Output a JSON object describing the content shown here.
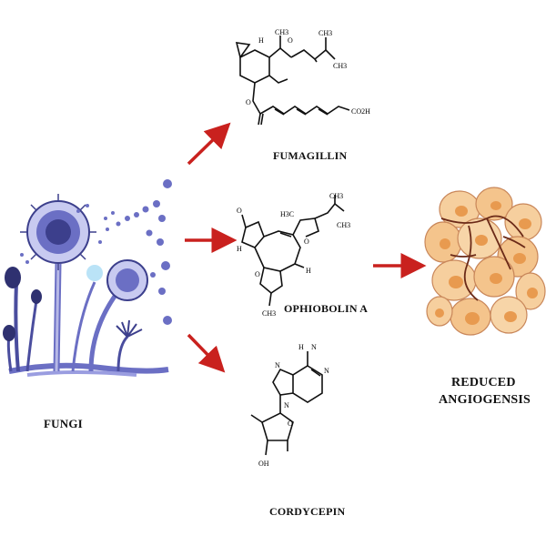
{
  "labels": {
    "fungi": "FUNGI",
    "fumagillin": "FUMAGILLIN",
    "ophiobolin": "OPHIOBOLIN A",
    "cordycepin": "CORDYCEPIN",
    "reduced_line1": "REDUCED",
    "reduced_line2": "ANGIOGENSIS"
  },
  "chem_text": {
    "ch3": "CH3",
    "ch3_h3c": "H3C",
    "co2h": "CO2H",
    "o": "O",
    "h": "H",
    "h_top": "H",
    "n": "N",
    "oh": "OH",
    "n_h": "N"
  },
  "colors": {
    "arrow": "#c9211e",
    "fungi_dark": "#3c3f8c",
    "fungi_mid": "#6b6fc4",
    "fungi_light": "#b6b8e6",
    "cell_fill": "#f4c48c",
    "cell_nucleus": "#e89a4f",
    "vessel": "#6b2a18"
  }
}
